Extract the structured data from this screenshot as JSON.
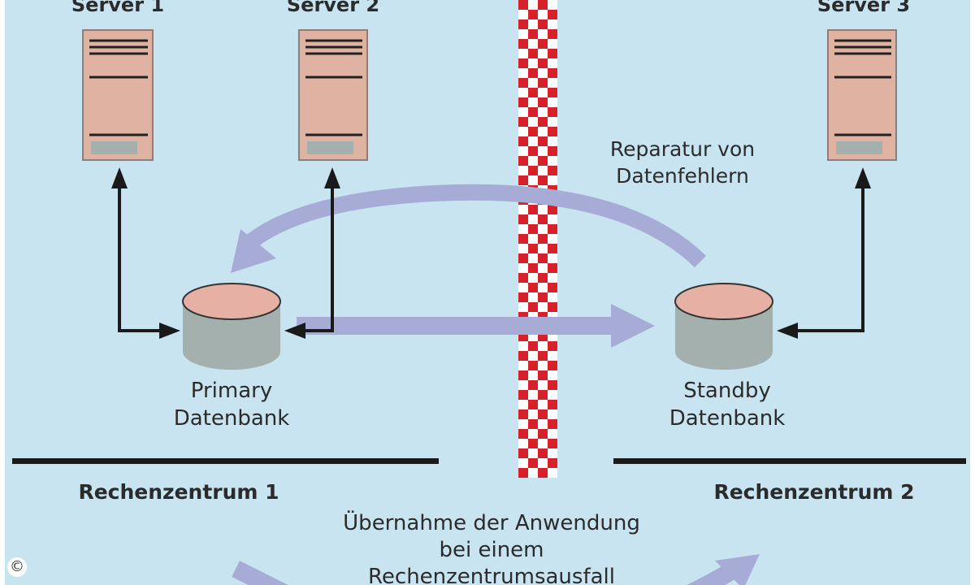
{
  "servers": [
    {
      "label": "Server 1"
    },
    {
      "label": "Server 2"
    },
    {
      "label": "Server 3"
    }
  ],
  "databases": {
    "primary": {
      "line1": "Primary",
      "line2": "Datenbank"
    },
    "standby": {
      "line1": "Standby",
      "line2": "Datenbank"
    }
  },
  "datacenters": {
    "dc1": "Rechenzentrum 1",
    "dc2": "Rechenzentrum 2"
  },
  "annotations": {
    "repair_line1": "Reparatur von",
    "repair_line2": "Datenfehlern",
    "failover_line1": "Übernahme der Anwendung",
    "failover_line2": "bei einem",
    "failover_line3": "Rechenzentrumsausfall"
  },
  "copyright_symbol": "©",
  "colors": {
    "background": "#c8e4f0",
    "server_fill": "#dfb2a2",
    "db_top": "#e7b0a4",
    "db_body": "#a4b0ae",
    "flow_arrow": "#a7acd6",
    "checker": "#d8202a",
    "connector": "#1a1a1a"
  }
}
